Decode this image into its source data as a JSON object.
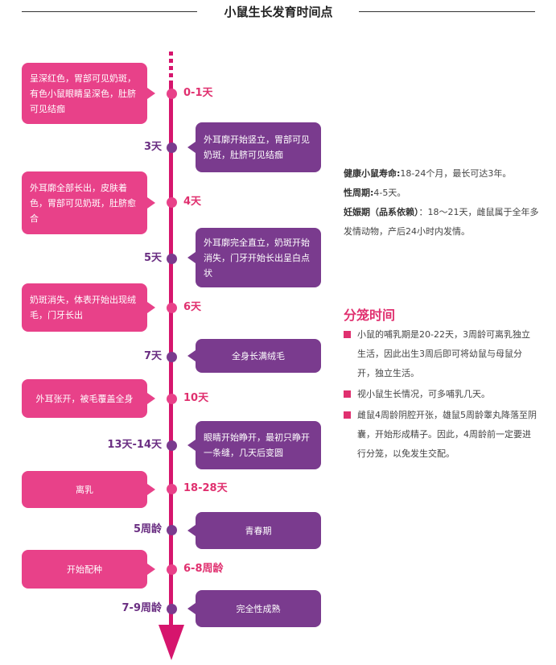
{
  "title": "小鼠生长发育时间点",
  "colors": {
    "pink": "#e84189",
    "purple": "#7a3b8e",
    "axis": "#d6156d",
    "accent_text": "#e0306f"
  },
  "timeline": [
    {
      "time": "0-1天",
      "side": "left",
      "text": "呈深红色，胃部可见奶斑，有色小鼠眼睛呈深色，肚脐可见结痂"
    },
    {
      "time": "3天",
      "side": "right",
      "text": "外耳廓开始竖立，胃部可见奶斑，肚脐可见结痂"
    },
    {
      "time": "4天",
      "side": "left",
      "text": "外耳廓全部长出，皮肤着色，胃部可见奶斑，肚脐愈合"
    },
    {
      "time": "5天",
      "side": "right",
      "text": "外耳廓完全直立，奶斑开始消失，门牙开始长出呈白点状"
    },
    {
      "time": "6天",
      "side": "left",
      "text": "奶斑消失，体表开始出现绒毛，门牙长出"
    },
    {
      "time": "7天",
      "side": "right",
      "text": "全身长满绒毛"
    },
    {
      "time": "10天",
      "side": "left",
      "text": "外耳张开，被毛覆盖全身"
    },
    {
      "time": "13天-14天",
      "side": "right",
      "text": "眼睛开始睁开，最初只睁开一条缝，几天后变圆"
    },
    {
      "time": "18-28天",
      "side": "left",
      "text": "离乳"
    },
    {
      "time": "5周龄",
      "side": "right",
      "text": "青春期"
    },
    {
      "time": "6-8周龄",
      "side": "left",
      "text": "开始配种"
    },
    {
      "time": "7-9周龄",
      "side": "right",
      "text": "完全性成熟"
    }
  ],
  "info": {
    "lifespan_label": "健康小鼠寿命:",
    "lifespan_value": "18-24个月，最长可达3年。",
    "cycle_label": "性周期:",
    "cycle_value": "4-5天。",
    "gestation_label": "妊娠期（品系依赖）",
    "gestation_value": "：18～21天，雌鼠属于全年多发情动物，产后24小时内发情。"
  },
  "cage": {
    "title": "分笼时间",
    "items": [
      "小鼠的哺乳期是20-22天，3周龄可离乳独立生活，因此出生3周后即可将幼鼠与母鼠分开，独立生活。",
      "视小鼠生长情况，可多哺乳几天。",
      "雌鼠4周龄阴腔开张，雄鼠5周龄睾丸降落至阴囊，开始形成精子。因此，4周龄前一定要进行分笼，以免发生交配。"
    ]
  }
}
